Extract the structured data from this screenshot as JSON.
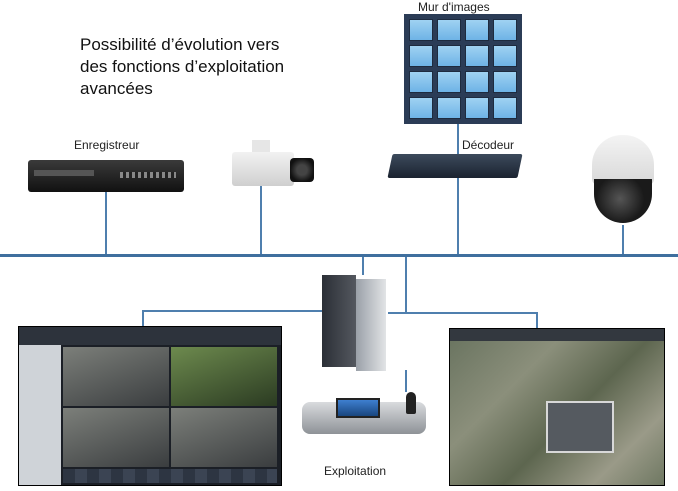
{
  "headline": "Possibilité d’évolution vers\ndes fonctions d’exploitation\navancées",
  "labels": {
    "video_wall": "Mur d'images",
    "recorder": "Enregistreur",
    "decoder": "Décodeur",
    "operation": "Exploitation"
  },
  "icons": [
    "video-wall-icon",
    "recorder-icon",
    "box-camera-icon",
    "decoder-icon",
    "dome-camera-icon",
    "server-tower-icon",
    "control-keyboard-icon",
    "monitor-icon"
  ],
  "colors": {
    "network_line": "#3f6f9e",
    "wall_screen": "#6eb3e6"
  }
}
